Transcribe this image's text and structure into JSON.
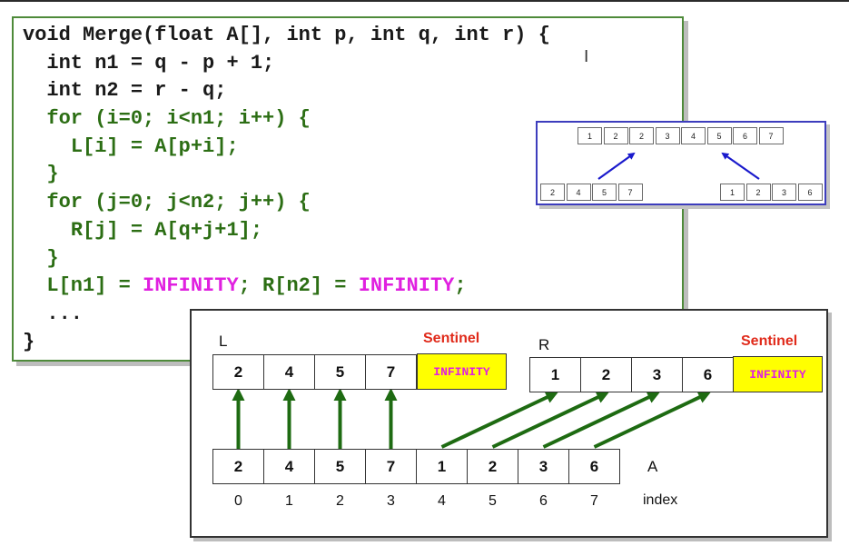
{
  "code": {
    "line1": "void Merge(float A[], int p, int q, int r) {",
    "line2": "int n1 = q - p + 1;",
    "line3": "int n2 = r - q;",
    "line4": "for (i=0; i<n1; i++) {",
    "line5": "L[i] = A[p+i];",
    "line6": "}",
    "line7": "for (j=0; j<n2; j++) {",
    "line8": "R[j] = A[q+j+1];",
    "line9": "}",
    "line10_a": "L[n1] = ",
    "line10_b": "INFINITY",
    "line10_c": "; R[n2] = ",
    "line10_d": "INFINITY",
    "line10_e": ";",
    "line11": "...",
    "line12": "}"
  },
  "inset": {
    "top_row": [
      "1",
      "2",
      "2",
      "3",
      "4",
      "5",
      "6",
      "7"
    ],
    "left_row": [
      "2",
      "4",
      "5",
      "7"
    ],
    "right_row": [
      "1",
      "2",
      "3",
      "6"
    ]
  },
  "diagram": {
    "label_L": "L",
    "label_R": "R",
    "sentinel_left": "Sentinel",
    "sentinel_right": "Sentinel",
    "L_values": [
      "2",
      "4",
      "5",
      "7"
    ],
    "R_values": [
      "1",
      "2",
      "3",
      "6"
    ],
    "infinity": "INFINITY",
    "A_values": [
      "2",
      "4",
      "5",
      "7",
      "1",
      "2",
      "3",
      "6"
    ],
    "label_A": "A",
    "indices": [
      "0",
      "1",
      "2",
      "3",
      "4",
      "5",
      "6",
      "7"
    ],
    "label_index": "index"
  },
  "colors": {
    "code_green": "#2c6e14",
    "code_magenta": "#e020e0",
    "sentinel_red": "#e02a1a",
    "arrow_green": "#1e6b12",
    "arrow_blue": "#1a1acc",
    "infinity_bg": "#ffff00"
  }
}
